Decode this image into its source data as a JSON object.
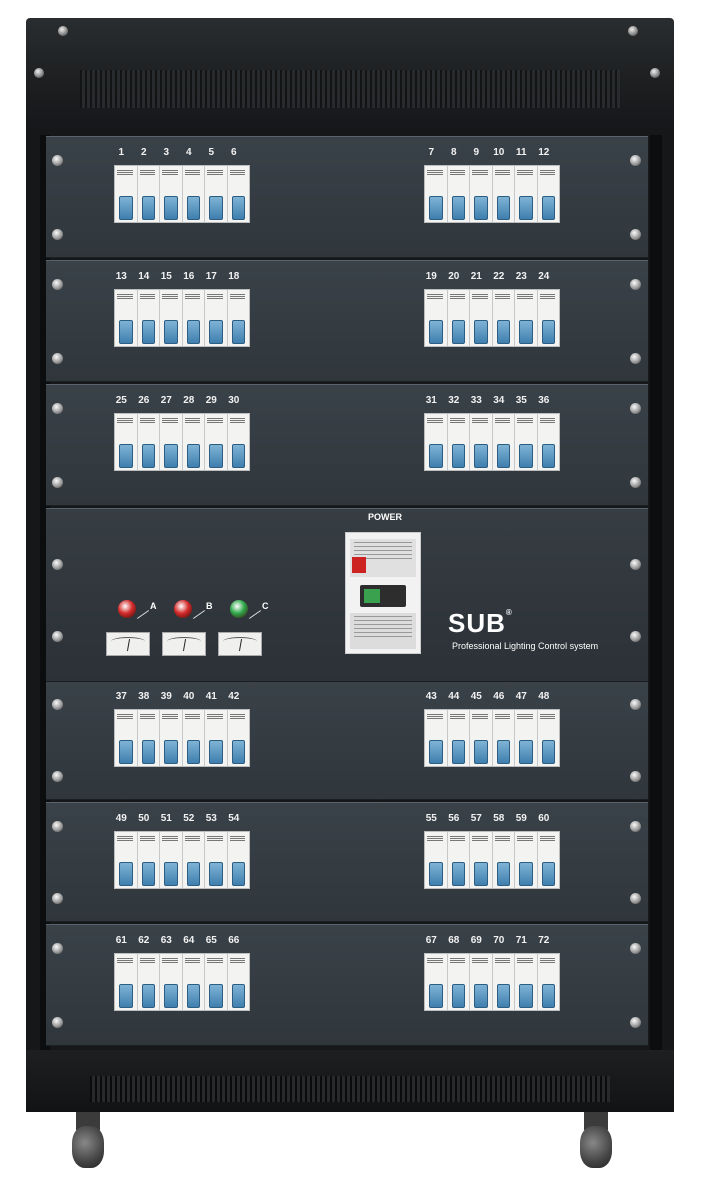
{
  "rows": [
    {
      "left": [
        "1",
        "2",
        "3",
        "4",
        "5",
        "6"
      ],
      "right": [
        "7",
        "8",
        "9",
        "10",
        "11",
        "12"
      ]
    },
    {
      "left": [
        "13",
        "14",
        "15",
        "16",
        "17",
        "18"
      ],
      "right": [
        "19",
        "20",
        "21",
        "22",
        "23",
        "24"
      ]
    },
    {
      "left": [
        "25",
        "26",
        "27",
        "28",
        "29",
        "30"
      ],
      "right": [
        "31",
        "32",
        "33",
        "34",
        "35",
        "36"
      ]
    },
    {
      "left": [
        "37",
        "38",
        "39",
        "40",
        "41",
        "42"
      ],
      "right": [
        "43",
        "44",
        "45",
        "46",
        "47",
        "48"
      ]
    },
    {
      "left": [
        "49",
        "50",
        "51",
        "52",
        "53",
        "54"
      ],
      "right": [
        "55",
        "56",
        "57",
        "58",
        "59",
        "60"
      ]
    },
    {
      "left": [
        "61",
        "62",
        "63",
        "64",
        "65",
        "66"
      ],
      "right": [
        "67",
        "68",
        "69",
        "70",
        "71",
        "72"
      ]
    }
  ],
  "power": {
    "title": "POWER",
    "phases": [
      {
        "label": "A",
        "color": "#d42a2a"
      },
      {
        "label": "B",
        "color": "#d42a2a"
      },
      {
        "label": "C",
        "color": "#2fa84a"
      }
    ]
  },
  "brand": {
    "logo": "SUB",
    "registered": "®",
    "tagline": "Professional Lighting Control system"
  },
  "colors": {
    "panel": "#343b41",
    "breaker_toggle": "#5b95c2"
  }
}
